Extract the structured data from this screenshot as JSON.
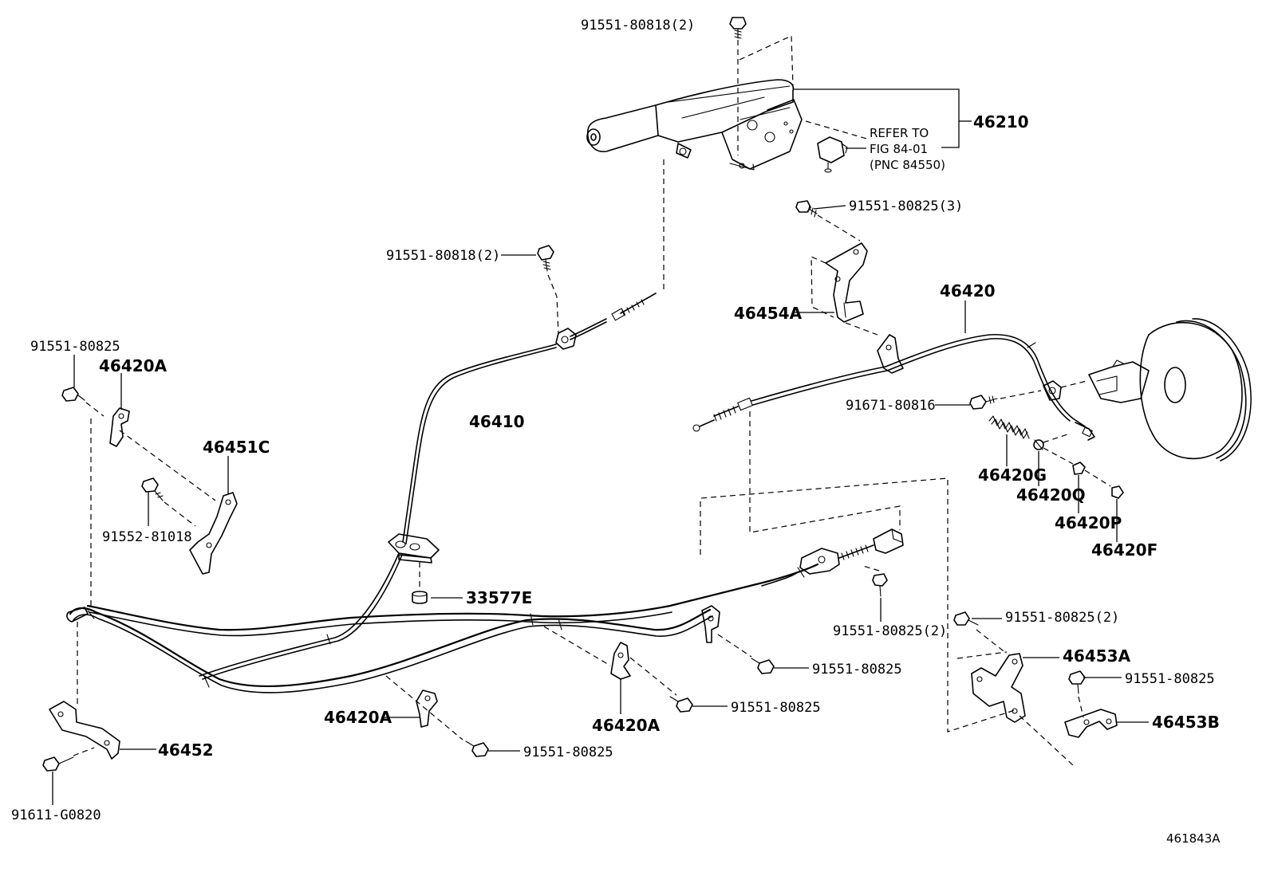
{
  "diagram": {
    "figure_code": "461843A",
    "refer_note": [
      "REFER TO",
      "FIG 84-01",
      "(PNC 84550)"
    ],
    "labels": {
      "bolt_top": "91551-80818(2)",
      "lever": "46210",
      "bolt_46454a": "91551-80825(3)",
      "bolt_46410": "91551-80818(2)",
      "bracket_46454a": "46454A",
      "cable_right": "46420",
      "bolt_left_top": "91551-80825",
      "clamp_left_top": "46420A",
      "bolt_91671": "91671-80816",
      "cable_front": "46410",
      "bracket_46451c": "46451C",
      "spring": "46420G",
      "clip_q": "46420Q",
      "bolt_91552": "91552-81018",
      "nut_p": "46420P",
      "nut_f": "46420F",
      "grommet": "33577E",
      "bolt_mid_right": "91551-80825(2)",
      "bolt_right_2": "91551-80825(2)",
      "bracket_46453a": "46453A",
      "bolt_mid_1": "91551-80825",
      "bolt_46453b": "91551-80825",
      "bolt_mid_2": "91551-80825",
      "bracket_46453b": "46453B",
      "clamp_lower_left": "46420A",
      "clamp_lower_mid": "46420A",
      "bracket_46452": "46452",
      "bolt_bottom_mid": "91551-80825",
      "bolt_91611": "91611-G0820"
    }
  }
}
